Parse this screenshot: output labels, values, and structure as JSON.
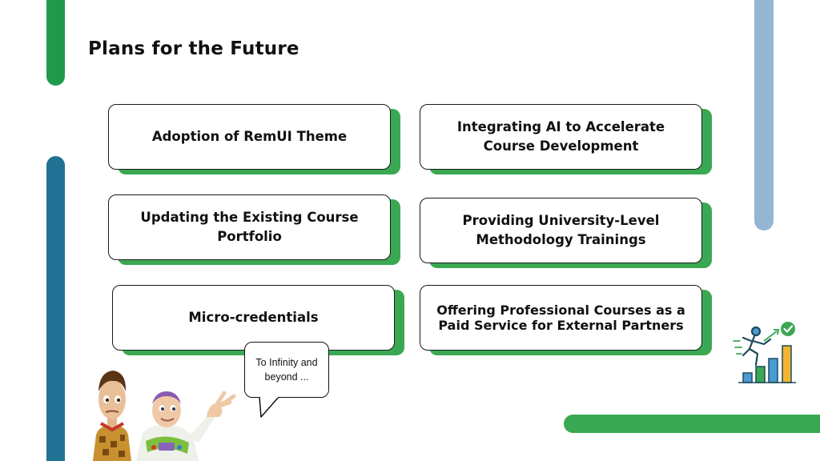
{
  "slide": {
    "title": "Plans for the Future"
  },
  "cards": [
    {
      "label": "Adoption of RemUI Theme"
    },
    {
      "label": "Integrating AI to Accelerate Course Development"
    },
    {
      "label": "Updating the Existing Course Portfolio"
    },
    {
      "label": "Providing University-Level Methodology Trainings"
    },
    {
      "label": "Micro-credentials"
    },
    {
      "label": "Offering Professional Courses as a Paid Service for External Partners"
    }
  ],
  "speech_bubble": {
    "text": "To Infinity and beyond ..."
  },
  "icons": {
    "illustration": "toy-characters-illustration",
    "growth": "growth-chart-icon"
  },
  "colors": {
    "green": "#1f9a4b",
    "card_shadow": "#3aa852",
    "blue": "#1f7294",
    "light_blue": "#95b6d2"
  }
}
